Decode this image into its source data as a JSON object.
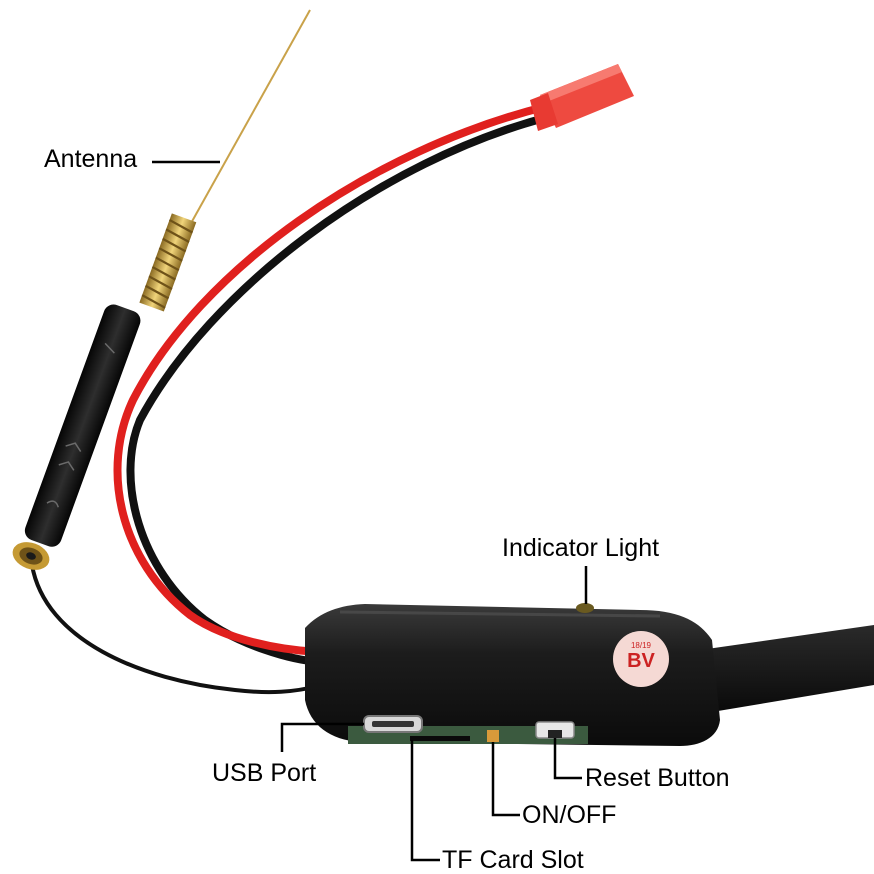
{
  "labels": {
    "antenna": "Antenna",
    "indicator_light": "Indicator Light",
    "usb_port": "USB Port",
    "reset_button": "Reset Button",
    "on_off": "ON/OFF",
    "tf_card_slot": "TF Card Slot"
  },
  "sticker": {
    "text": "BV",
    "sub_text": "18/19"
  },
  "colors": {
    "wire_red": "#e0201e",
    "wire_black": "#111111",
    "connector_red": "#ee4a40",
    "board_black": "#161616",
    "pcb_green": "#3b5a3f",
    "sticker": "#f5d9d4",
    "sticker_ink": "#cc2222",
    "antenna_gold": "#c9a24a",
    "leader_line": "#000000"
  }
}
